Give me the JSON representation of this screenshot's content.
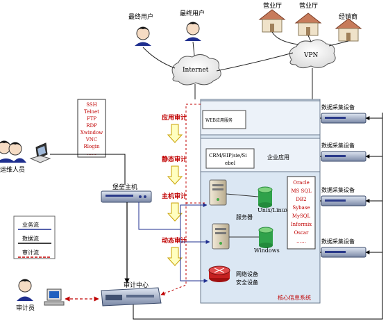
{
  "top": {
    "end_user_1": "最终用户",
    "end_user_2": "最终用户",
    "branch_1": "营业厅",
    "branch_2": "营业厅",
    "dealer": "经销商",
    "internet": "Internet",
    "vpn": "VPN"
  },
  "protocols": [
    "SSH",
    "Telnet",
    "FTP",
    "RDP",
    "Xwindow",
    "VNC",
    "Rlogin",
    "……"
  ],
  "left": {
    "ops_staff": "运维人员",
    "bastion": "堡垒主机",
    "auditor": "审计员",
    "audit_center": "审计中心"
  },
  "legend": {
    "business": "业务流",
    "data": "数据流",
    "audit": "审计流"
  },
  "audit_steps": [
    "应用审计",
    "静态审计",
    "主机审计",
    "动态审计"
  ],
  "core": {
    "web": "WEB应用服务",
    "crm_line1": "CRM/EIP/sie/Si",
    "crm_line2": "ebel",
    "enterprise": "企业应用",
    "unix": "Unix/Linux",
    "server": "服务器",
    "windows": "Windows",
    "network_line1": "网络设备",
    "network_line2": "安全设备",
    "system": "核心信息系统"
  },
  "databases": [
    "Oracle",
    "MS SQL",
    "DB2",
    "Sybase",
    "MySQL",
    "Informix",
    "Oscar",
    "……"
  ],
  "collectors": [
    "数据采集设备",
    "数据采集设备",
    "数据采集设备",
    "数据采集设备"
  ],
  "colors": {
    "red": "#c00000",
    "blue": "#1f2f8f",
    "arrow_fill": "#ffffc0",
    "arrow_stroke": "#c8a000"
  }
}
